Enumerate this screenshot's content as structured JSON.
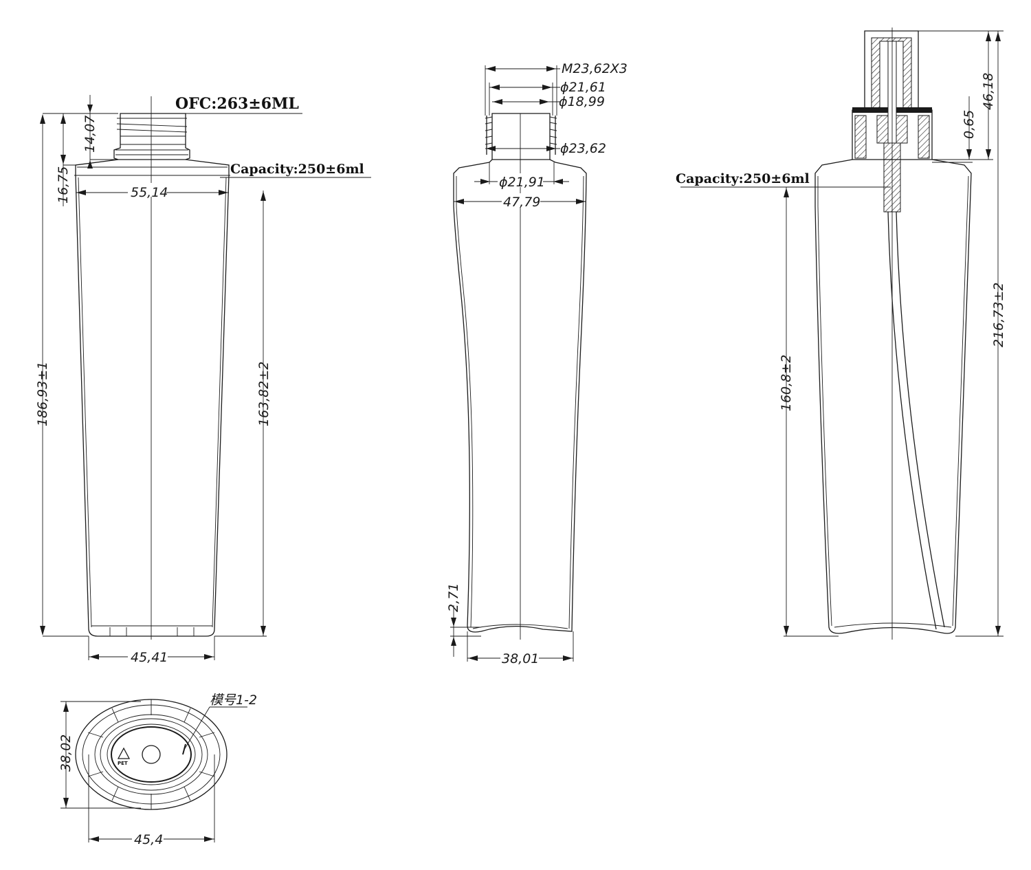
{
  "notes": {
    "ofc": "OFC:263±6ML",
    "capacity": "Capacity:250±6ml",
    "capacity_assembled": "Capacity:250±6ml",
    "mold_no": "模号1-2",
    "recycle_code": "PET"
  },
  "front_view": {
    "neck_height": "14,07",
    "shoulder_height": "16,75",
    "shoulder_width": "55,14",
    "total_height": "186,93±1",
    "body_height": "163,82±2",
    "base_width": "45,41"
  },
  "side_view": {
    "thread": "M23,62X3",
    "d1": "ϕ21,61",
    "d2": "ϕ18,99",
    "d3": "ϕ23,62",
    "d4": "ϕ21,91",
    "width": "47,79",
    "base_depth": "2,71",
    "base_width": "38,01"
  },
  "pump_view": {
    "cap_height": "46,18",
    "gap": "0,65",
    "total_height": "216,73±2",
    "body_height": "160,8±2"
  },
  "bottom_view": {
    "depth": "38,02",
    "width": "45,4"
  }
}
